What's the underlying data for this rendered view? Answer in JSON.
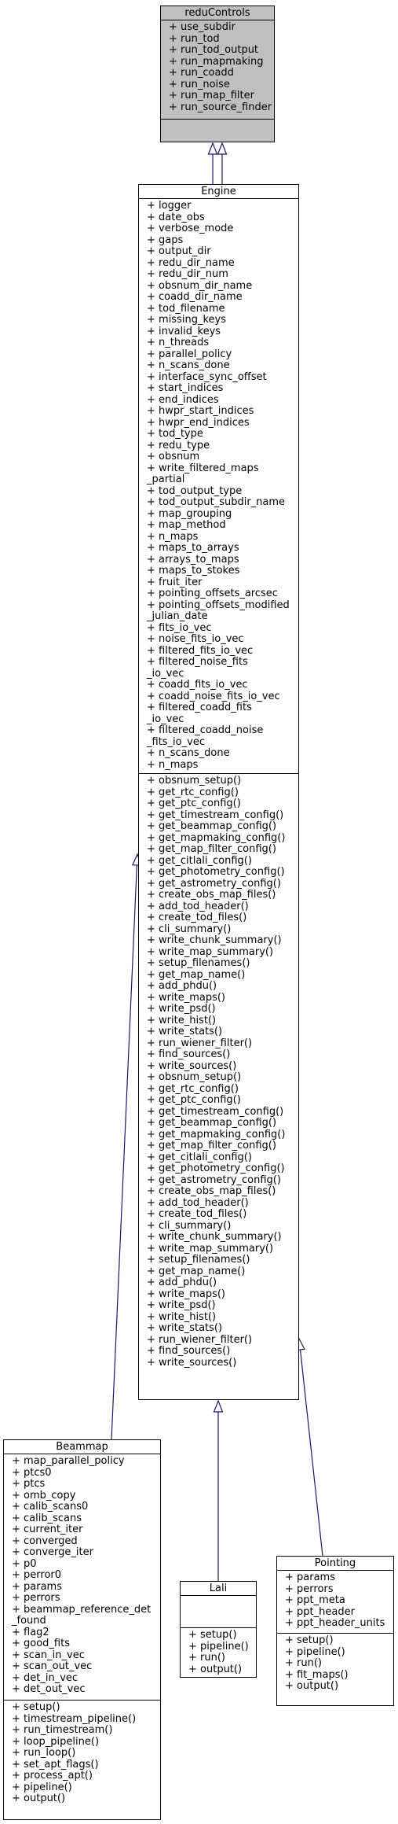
{
  "classes": {
    "reducontrols": {
      "title": "reduControls",
      "attributes": [
        "+ use_subdir",
        "+ run_tod",
        "+ run_tod_output",
        "+ run_mapmaking",
        "+ run_coadd",
        "+ run_noise",
        "+ run_map_filter",
        "+ run_source_finder"
      ],
      "methods": []
    },
    "engine": {
      "title": "Engine",
      "attributes": [
        "+ logger",
        "+ date_obs",
        "+ verbose_mode",
        "+ gaps",
        "+ output_dir",
        "+ redu_dir_name",
        "+ redu_dir_num",
        "+ obsnum_dir_name",
        "+ coadd_dir_name",
        "+ tod_filename",
        "+ missing_keys",
        "+ invalid_keys",
        "+ n_threads",
        "+ parallel_policy",
        "+ n_scans_done",
        "+ interface_sync_offset",
        "+ start_indices",
        "+ end_indices",
        "+ hwpr_start_indices",
        "+ hwpr_end_indices",
        "+ tod_type",
        "+ redu_type",
        "+ obsnum",
        "+ write_filtered_maps",
        "_partial",
        "+ tod_output_type",
        "+ tod_output_subdir_name",
        "+ map_grouping",
        "+ map_method",
        "+ n_maps",
        "+ maps_to_arrays",
        "+ arrays_to_maps",
        "+ maps_to_stokes",
        "+ fruit_iter",
        "+ pointing_offsets_arcsec",
        "+ pointing_offsets_modified",
        "_julian_date",
        "+ fits_io_vec",
        "+ noise_fits_io_vec",
        "+ filtered_fits_io_vec",
        "+ filtered_noise_fits",
        "_io_vec",
        "+ coadd_fits_io_vec",
        "+ coadd_noise_fits_io_vec",
        "+ filtered_coadd_fits",
        "_io_vec",
        "+ filtered_coadd_noise",
        "_fits_io_vec",
        "+ n_scans_done",
        "+ n_maps"
      ],
      "methods": [
        "+ obsnum_setup()",
        "+ get_rtc_config()",
        "+ get_ptc_config()",
        "+ get_timestream_config()",
        "+ get_beammap_config()",
        "+ get_mapmaking_config()",
        "+ get_map_filter_config()",
        "+ get_citlali_config()",
        "+ get_photometry_config()",
        "+ get_astrometry_config()",
        "+ create_obs_map_files()",
        "+ add_tod_header()",
        "+ create_tod_files()",
        "+ cli_summary()",
        "+ write_chunk_summary()",
        "+ write_map_summary()",
        "+ setup_filenames()",
        "+ get_map_name()",
        "+ add_phdu()",
        "+ write_maps()",
        "+ write_psd()",
        "+ write_hist()",
        "+ write_stats()",
        "+ run_wiener_filter()",
        "+ find_sources()",
        "+ write_sources()",
        "+ obsnum_setup()",
        "+ get_rtc_config()",
        "+ get_ptc_config()",
        "+ get_timestream_config()",
        "+ get_beammap_config()",
        "+ get_mapmaking_config()",
        "+ get_map_filter_config()",
        "+ get_citlali_config()",
        "+ get_photometry_config()",
        "+ get_astrometry_config()",
        "+ create_obs_map_files()",
        "+ add_tod_header()",
        "+ create_tod_files()",
        "+ cli_summary()",
        "+ write_chunk_summary()",
        "+ write_map_summary()",
        "+ setup_filenames()",
        "+ get_map_name()",
        "+ add_phdu()",
        "+ write_maps()",
        "+ write_psd()",
        "+ write_hist()",
        "+ write_stats()",
        "+ run_wiener_filter()",
        "+ find_sources()",
        "+ write_sources()"
      ]
    },
    "beammap": {
      "title": "Beammap",
      "attributes": [
        "+ map_parallel_policy",
        "+ ptcs0",
        "+ ptcs",
        "+ omb_copy",
        "+ calib_scans0",
        "+ calib_scans",
        "+ current_iter",
        "+ converged",
        "+ converge_iter",
        "+ p0",
        "+ perror0",
        "+ params",
        "+ perrors",
        "+ beammap_reference_det",
        "_found",
        "+ flag2",
        "+ good_fits",
        "+ scan_in_vec",
        "+ scan_out_vec",
        "+ det_in_vec",
        "+ det_out_vec"
      ],
      "methods": [
        "+ setup()",
        "+ timestream_pipeline()",
        "+ run_timestream()",
        "+ loop_pipeline()",
        "+ run_loop()",
        "+ set_apt_flags()",
        "+ process_apt()",
        "+ pipeline()",
        "+ output()"
      ]
    },
    "lali": {
      "title": "Lali",
      "attributes": [],
      "methods": [
        "+ setup()",
        "+ pipeline()",
        "+ run()",
        "+ output()"
      ]
    },
    "pointing": {
      "title": "Pointing",
      "attributes": [
        "+ params",
        "+ perrors",
        "+ ppt_meta",
        "+ ppt_header",
        "+ ppt_header_units"
      ],
      "methods": [
        "+ setup()",
        "+ pipeline()",
        "+ run()",
        "+ fit_maps()",
        "+ output()"
      ]
    }
  },
  "edges": [
    {
      "from": "engine",
      "to": "reducontrols",
      "kind": "inheritance"
    },
    {
      "from": "engine",
      "to": "reducontrols",
      "kind": "inheritance"
    },
    {
      "from": "beammap",
      "to": "engine",
      "kind": "inheritance"
    },
    {
      "from": "lali",
      "to": "engine",
      "kind": "inheritance"
    },
    {
      "from": "pointing",
      "to": "engine",
      "kind": "inheritance"
    }
  ],
  "colors": {
    "edge": "#191970",
    "base_fill": "#bfbfbf",
    "fill": "#ffffff"
  }
}
